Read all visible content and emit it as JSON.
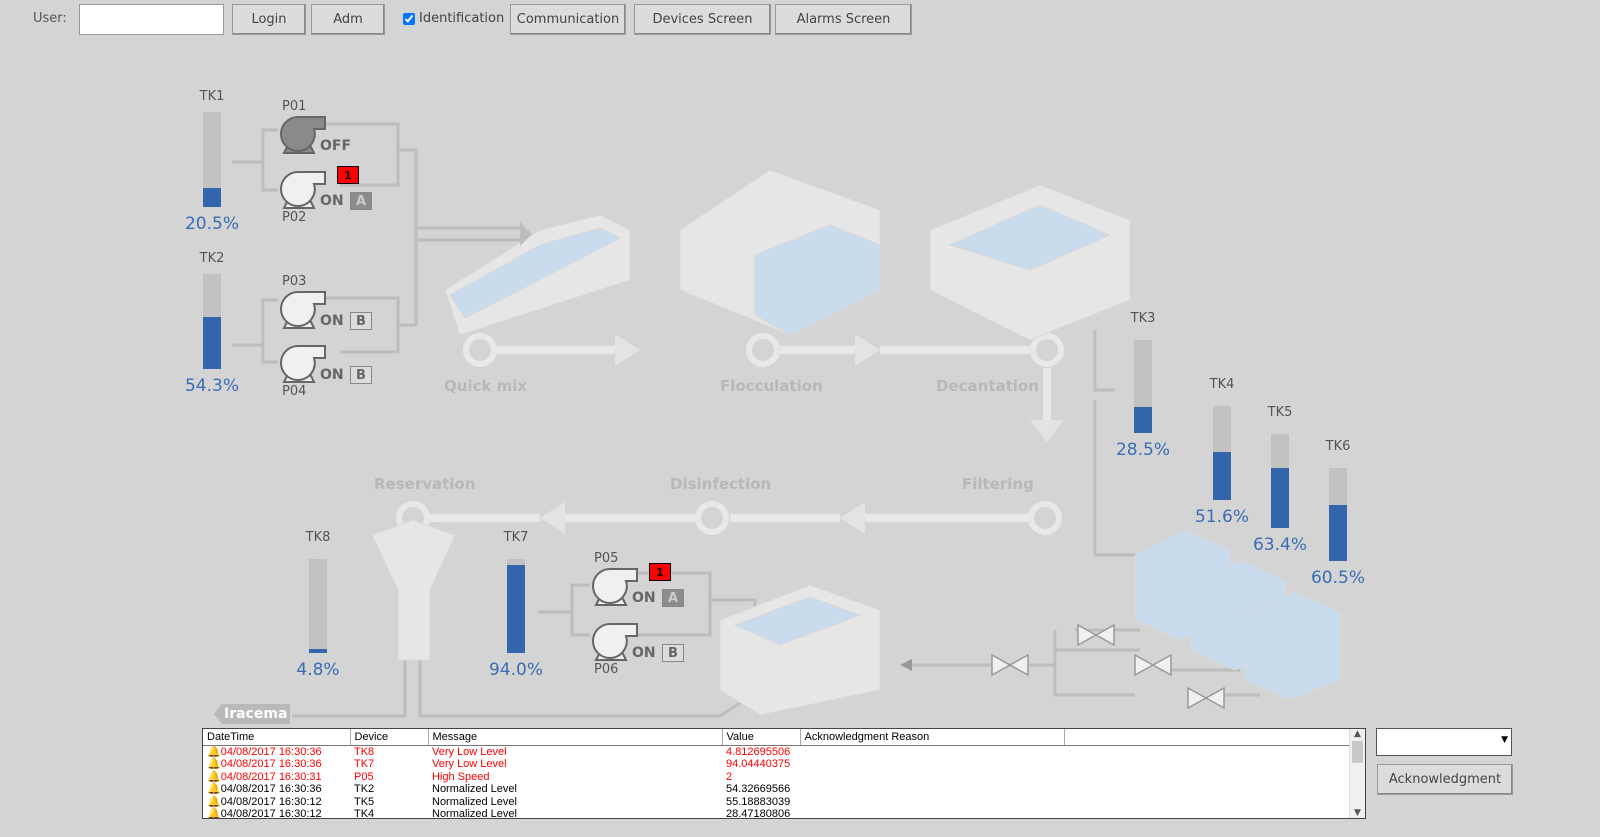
{
  "toolbar": {
    "user_label": "User:",
    "user_value": "",
    "login": "Login",
    "adm": "Adm",
    "identification": "Identification",
    "identification_checked": true,
    "communication": "Communication",
    "devices": "Devices Screen",
    "alarms": "Alarms Screen"
  },
  "tanks": [
    {
      "name": "TK1",
      "level": 20.5,
      "label": "20.5%"
    },
    {
      "name": "TK2",
      "level": 54.3,
      "label": "54.3%"
    },
    {
      "name": "TK3",
      "level": 28.5,
      "label": "28.5%"
    },
    {
      "name": "TK4",
      "level": 51.6,
      "label": "51.6%"
    },
    {
      "name": "TK5",
      "level": 63.4,
      "label": "63.4%"
    },
    {
      "name": "TK6",
      "level": 60.5,
      "label": "60.5%"
    },
    {
      "name": "TK7",
      "level": 94.0,
      "label": "94.0%"
    },
    {
      "name": "TK8",
      "level": 4.8,
      "label": "4.8%"
    }
  ],
  "pumps": [
    {
      "name": "P01",
      "state": "OFF"
    },
    {
      "name": "P02",
      "state": "ON",
      "mode": "A",
      "alarm": "1"
    },
    {
      "name": "P03",
      "state": "ON",
      "mode": "B"
    },
    {
      "name": "P04",
      "state": "ON",
      "mode": "B"
    },
    {
      "name": "P05",
      "state": "ON",
      "mode": "A",
      "alarm": "1"
    },
    {
      "name": "P06",
      "state": "ON",
      "mode": "B"
    }
  ],
  "stages": {
    "quick_mix": "Quick mix",
    "flocculation": "Flocculation",
    "decantation": "Decantation",
    "filtering": "Filtering",
    "disinfection": "Disinfection",
    "reservation": "Reservation",
    "city": "Iracema"
  },
  "alarm_table": {
    "columns": [
      "DateTime",
      "Device",
      "Message",
      "Value",
      "Acknowledgment Reason"
    ],
    "rows": [
      {
        "datetime": "04/08/2017 16:30:36",
        "device": "TK8",
        "message": "Very Low Level",
        "value": "4.812695506",
        "severity": "active"
      },
      {
        "datetime": "04/08/2017 16:30:36",
        "device": "TK7",
        "message": "Very Low Level",
        "value": "94.04440375",
        "severity": "active"
      },
      {
        "datetime": "04/08/2017 16:30:31",
        "device": "P05",
        "message": "High Speed",
        "value": "2",
        "severity": "active"
      },
      {
        "datetime": "04/08/2017 16:30:36",
        "device": "TK2",
        "message": "Normalized Level",
        "value": "54.32669566",
        "severity": "normal"
      },
      {
        "datetime": "04/08/2017 16:30:12",
        "device": "TK5",
        "message": "Normalized Level",
        "value": "55.18883039",
        "severity": "normal"
      },
      {
        "datetime": "04/08/2017 16:30:12",
        "device": "TK4",
        "message": "Normalized Level",
        "value": "28.47180806",
        "severity": "normal"
      }
    ]
  },
  "ack": {
    "reason_value": "",
    "button": "Acknowledgment"
  },
  "colors": {
    "tank_fill": "#3366aa",
    "alarm_red": "#ff0000",
    "level_text": "#3a6db5"
  }
}
